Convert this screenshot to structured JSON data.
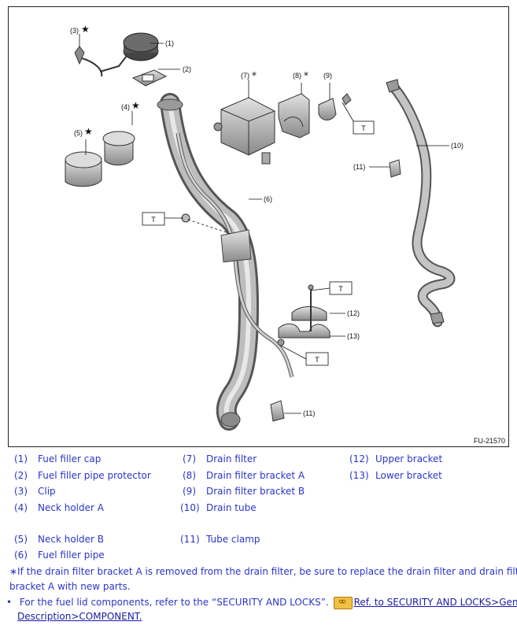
{
  "figure_id": "FU-21570",
  "callouts": {
    "c1": "(1)",
    "c2": "(2)",
    "c3": "(3)",
    "c4": "(4)",
    "c5": "(5)",
    "c6": "(6)",
    "c7": "(7)",
    "c8": "(8)",
    "c9": "(9)",
    "c10": "(10)",
    "c11a": "(11)",
    "c11b": "(11)",
    "c12": "(12)",
    "c13": "(13)",
    "star": "★",
    "asterisk": "*",
    "t": "T"
  },
  "legend": [
    {
      "num": "(1)",
      "label": "Fuel filler cap"
    },
    {
      "num": "(2)",
      "label": "Fuel filler pipe protector"
    },
    {
      "num": "(3)",
      "label": "Clip"
    },
    {
      "num": "(4)",
      "label": "Neck holder A"
    },
    {
      "num": "(5)",
      "label": "Neck holder B"
    },
    {
      "num": "(6)",
      "label": "Fuel filler pipe"
    },
    {
      "num": "(7)",
      "label": "Drain filter"
    },
    {
      "num": "(8)",
      "label": "Drain filter bracket A"
    },
    {
      "num": "(9)",
      "label": "Drain filter bracket B"
    },
    {
      "num": "(10)",
      "label": "Drain tube"
    },
    {
      "num": "(11)",
      "label": "Tube clamp"
    },
    {
      "num": "(12)",
      "label": "Upper bracket"
    },
    {
      "num": "(13)",
      "label": "Lower bracket"
    }
  ],
  "notes": {
    "star_note_line1": "∗If the drain filter bracket A is removed from the drain filter, be sure to replace the drain filter and drain filter",
    "star_note_line2": "bracket A with new parts.",
    "bullet": "•",
    "fuel_lid_prefix": "For the fuel lid components, refer to the “SECURITY AND LOCKS”.",
    "ref_link_line1": "Ref. to SECURITY AND LOCKS>General",
    "ref_link_line2": "Description>COMPONENT."
  }
}
